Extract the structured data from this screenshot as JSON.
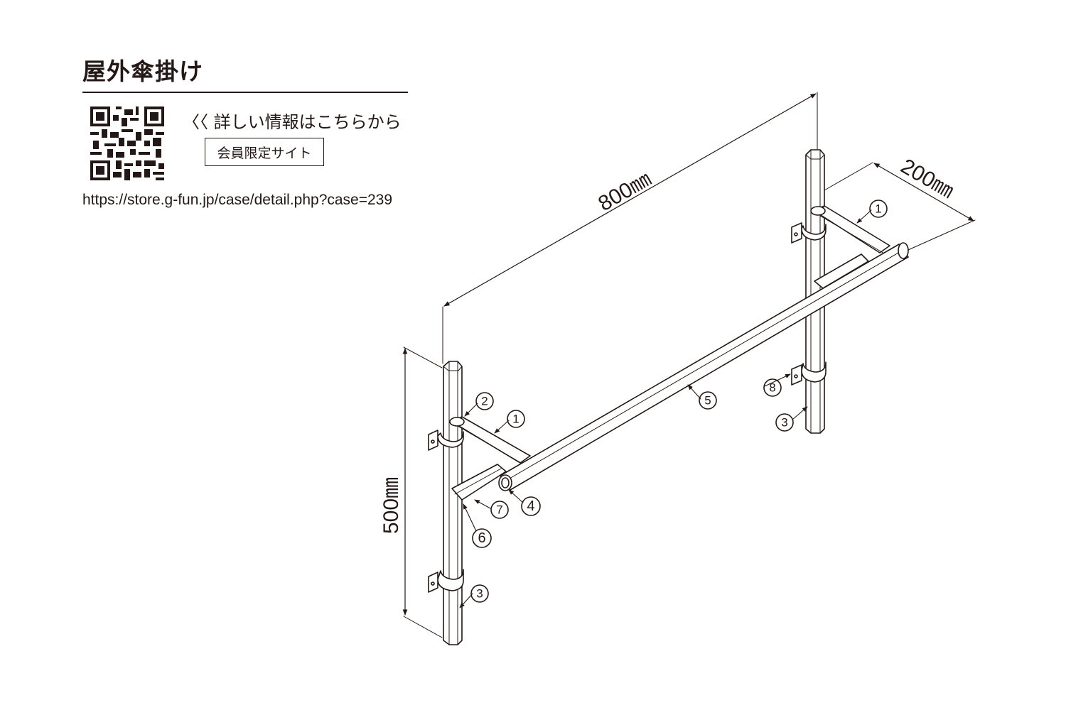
{
  "header": {
    "title": "屋外傘掛け",
    "link_text": "〈〈 詳しい情報はこちらから",
    "member_badge": "会員限定サイト",
    "url": "https://store.g-fun.jp/case/detail.php?case=239"
  },
  "dimensions": {
    "width": "800㎜",
    "depth": "200㎜",
    "height": "500㎜"
  },
  "callouts": {
    "c1a": "1",
    "c1b": "1",
    "c2": "2",
    "c3a": "3",
    "c3b": "3",
    "c4": "4",
    "c5": "5",
    "c6": "6",
    "c7": "7",
    "c8": "8"
  },
  "colors": {
    "ink": "#231815",
    "background": "#ffffff"
  }
}
